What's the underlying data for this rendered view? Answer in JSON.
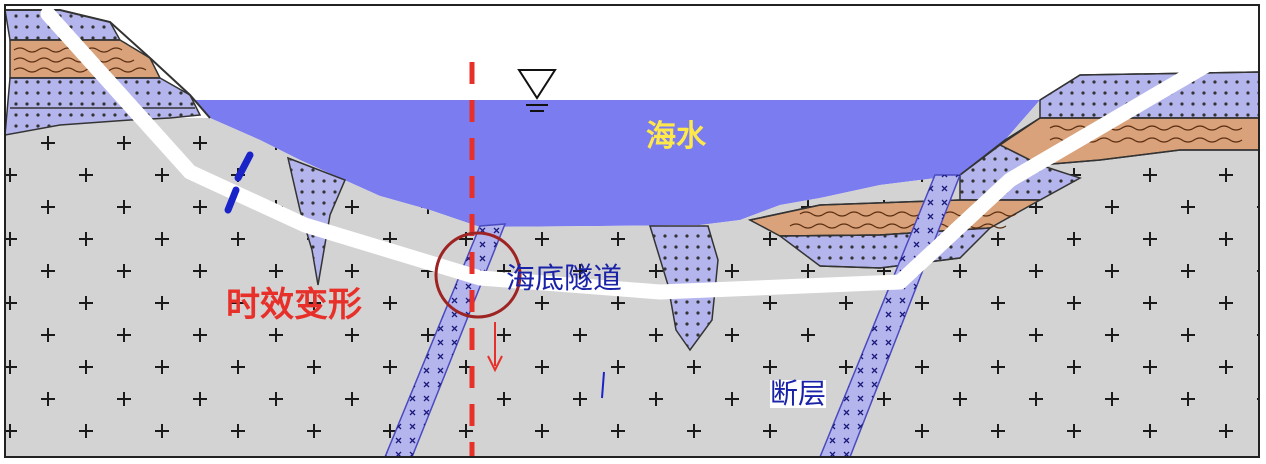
{
  "labels": {
    "seawater": "海水",
    "tunnel": "海底隧道",
    "timeDeformation": "时效变形",
    "fault": "断层"
  },
  "colors": {
    "rock": "#d3d3d3",
    "seawater": "#7a7cf0",
    "sedimentDotted": "#b5b5ee",
    "sedimentWavy": "#d9a27a",
    "tunnel": "#ffffff",
    "seawaterLabel": "#ffe84a",
    "tunnelLabel": "#1a23a8",
    "faultLabel": "#1a23a8",
    "deformationLabel": "#e8302a",
    "marker": "#e8302a",
    "circle": "#9e2323"
  },
  "icons": [
    "water-level-triangle-icon",
    "down-arrow-icon",
    "plus-pattern"
  ]
}
